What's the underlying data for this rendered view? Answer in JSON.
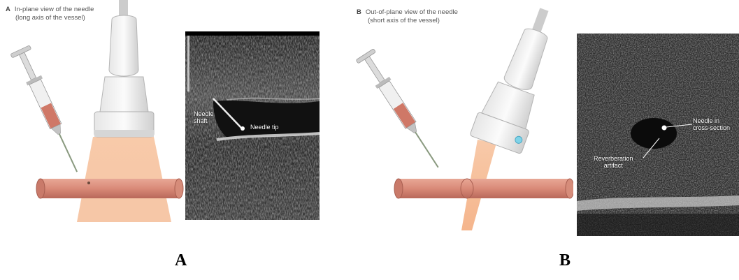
{
  "panel_a": {
    "letter": "A",
    "caption_line1": "In-plane view of the needle",
    "caption_line2": "(long axis of the vessel)",
    "label_shaft_1": "Needle",
    "label_shaft_2": "shaft",
    "label_tip": "Needle tip",
    "footer_letter": "A"
  },
  "panel_b": {
    "letter": "B",
    "caption_line1": "Out-of-plane view of the needle",
    "caption_line2": "(short axis of the vessel)",
    "label_needle_1": "Needle in",
    "label_needle_2": "cross-section",
    "label_artifact_1": "Reverberation",
    "label_artifact_2": "artifact",
    "footer_letter": "B"
  }
}
